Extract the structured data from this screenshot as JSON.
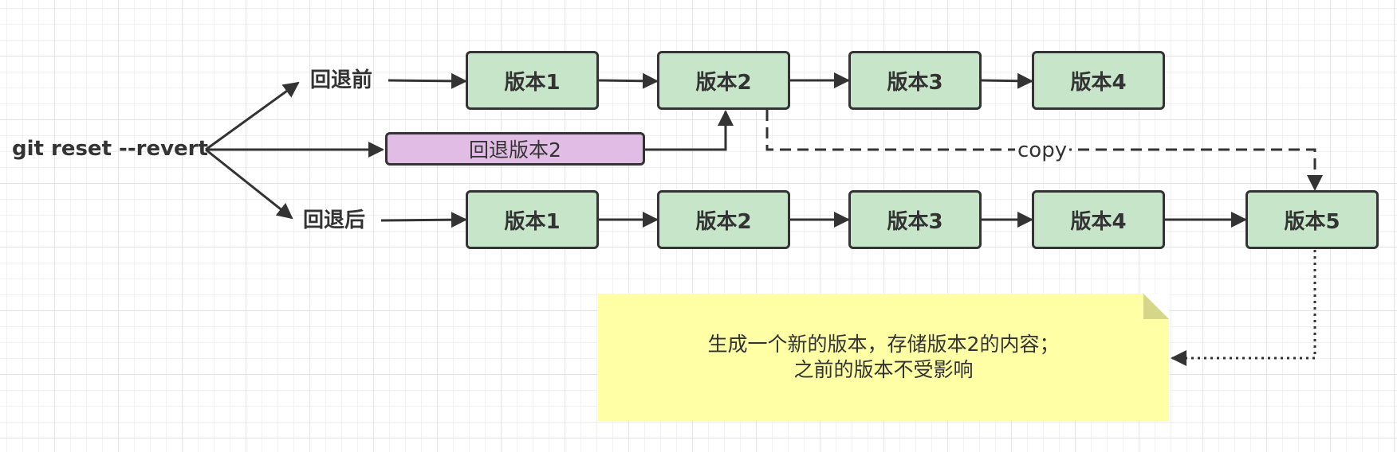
{
  "diagram": {
    "root_label": "git reset --revert",
    "before_label": "回退前",
    "after_label": "回退后",
    "revert_box_label": "回退版本2",
    "copy_label": "copy",
    "before_versions": [
      "版本1",
      "版本2",
      "版本3",
      "版本4"
    ],
    "after_versions": [
      "版本1",
      "版本2",
      "版本3",
      "版本4",
      "版本5"
    ],
    "note_lines": [
      "生成一个新的版本，存储版本2的内容；",
      "之前的版本不受影响"
    ],
    "colors": {
      "version_fill": "#c6e5c9",
      "revert_fill": "#e1bde6",
      "note_fill": "#ffffa6",
      "stroke": "#333333"
    }
  }
}
